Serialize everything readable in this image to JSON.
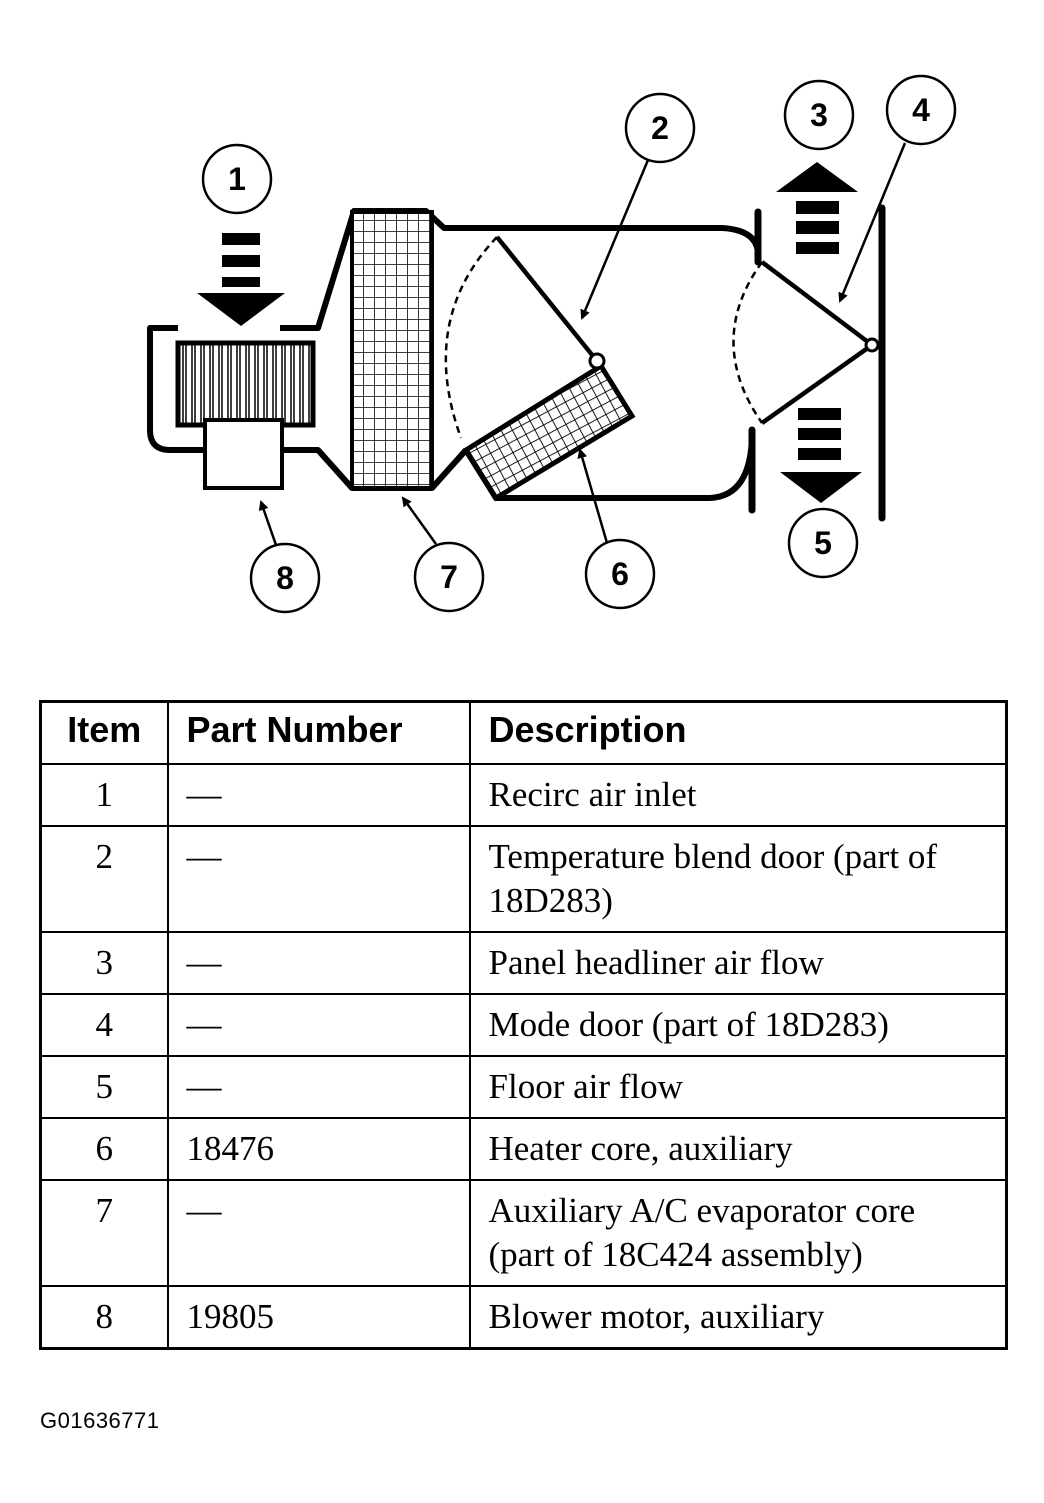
{
  "callouts": [
    "1",
    "2",
    "3",
    "4",
    "5",
    "6",
    "7",
    "8"
  ],
  "table": {
    "headers": {
      "item": "Item",
      "part_number": "Part Number",
      "description": "Description"
    },
    "rows": [
      {
        "item": "1",
        "part_number": "—",
        "description": "Recirc air inlet"
      },
      {
        "item": "2",
        "part_number": "—",
        "description": "Temperature blend door (part of 18D283)"
      },
      {
        "item": "3",
        "part_number": "—",
        "description": "Panel headliner air flow"
      },
      {
        "item": "4",
        "part_number": "—",
        "description": "Mode door (part of 18D283)"
      },
      {
        "item": "5",
        "part_number": "—",
        "description": "Floor air flow"
      },
      {
        "item": "6",
        "part_number": "18476",
        "description": "Heater core, auxiliary"
      },
      {
        "item": "7",
        "part_number": "—",
        "description": "Auxiliary A/C evaporator core (part of 18C424 assembly)"
      },
      {
        "item": "8",
        "part_number": "19805",
        "description": "Blower motor, auxiliary"
      }
    ]
  },
  "figure_id": "G01636771"
}
